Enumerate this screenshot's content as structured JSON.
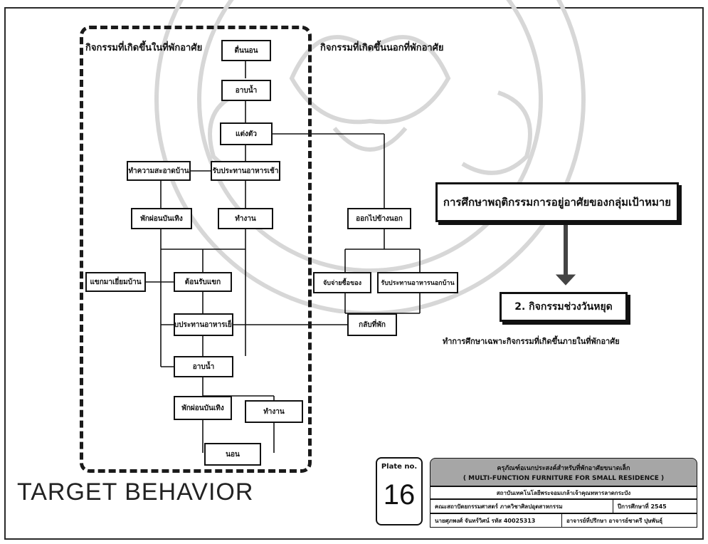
{
  "diagram": {
    "region_inside_label": "กิจกรรมที่เกิดขึ้นในที่พักอาศัย",
    "region_outside_label": "กิจกรรมที่เกิดขึ้นนอกที่พักอาศัย",
    "nodes": {
      "wake": "ตื่นนอน",
      "shower": "อาบน้ำ",
      "dress": "แต่งตัว",
      "clean": "ทำความสะอาดบ้าน",
      "breakfast": "รับประทานอาหารเช้า",
      "relax1": "พักผ่อนบันเทิง",
      "work1": "ทำงาน",
      "go_out": "ออกไปข้างนอก",
      "guests": "ต้อนรับแขก",
      "visit": "แขกมาเยี่ยมบ้าน",
      "outside1": "จับจ่ายซื้อของ",
      "outside2": "รับประทานอาหารนอกบ้าน",
      "dinner": "รับประทานอาหารเย็น",
      "back": "กลับที่พัก",
      "shower2": "อาบน้ำ",
      "relax2": "พักผ่อนบันเทิง",
      "work2": "ทำงาน",
      "sleep": "นอน"
    },
    "study_box": "การศึกษาพฤติกรรมการอยู่อาศัยของกลุ่มเป้าหมาย",
    "weekend_box": "2.  กิจกรรมช่วงวันหยุด",
    "note": "ทำการศึกษาเฉพาะกิจกรรมที่เกิดขึ้นภายในที่พักอาศัย"
  },
  "footer": {
    "title": "TARGET BEHAVIOR",
    "plate_label": "Plate no.",
    "plate_number": "16",
    "title_block": {
      "head_line1": "ครุภัณฑ์อเนกประสงค์สำหรับที่พักอาศัยขนาดเล็ก",
      "head_line2": "( MULTI-FUNCTION FURNITURE FOR SMALL RESIDENCE )",
      "institution": "สถาบันเทคโนโลยีพระจอมเกล้าเจ้าคุณทหารลาดกระบัง",
      "faculty": "คณะสถาปัตยกรรมศาสตร์  ภาควิชาศิลปอุตสาหกรรม",
      "year": "ปีการศึกษาที่ 2545",
      "student": "นายศุภพงศ์ จันทร์วิศน์   รหัส 40025313",
      "advisor": "อาจารย์ที่ปรึกษา อาจารย์ชาตรี ปุษพันธุ์"
    }
  }
}
